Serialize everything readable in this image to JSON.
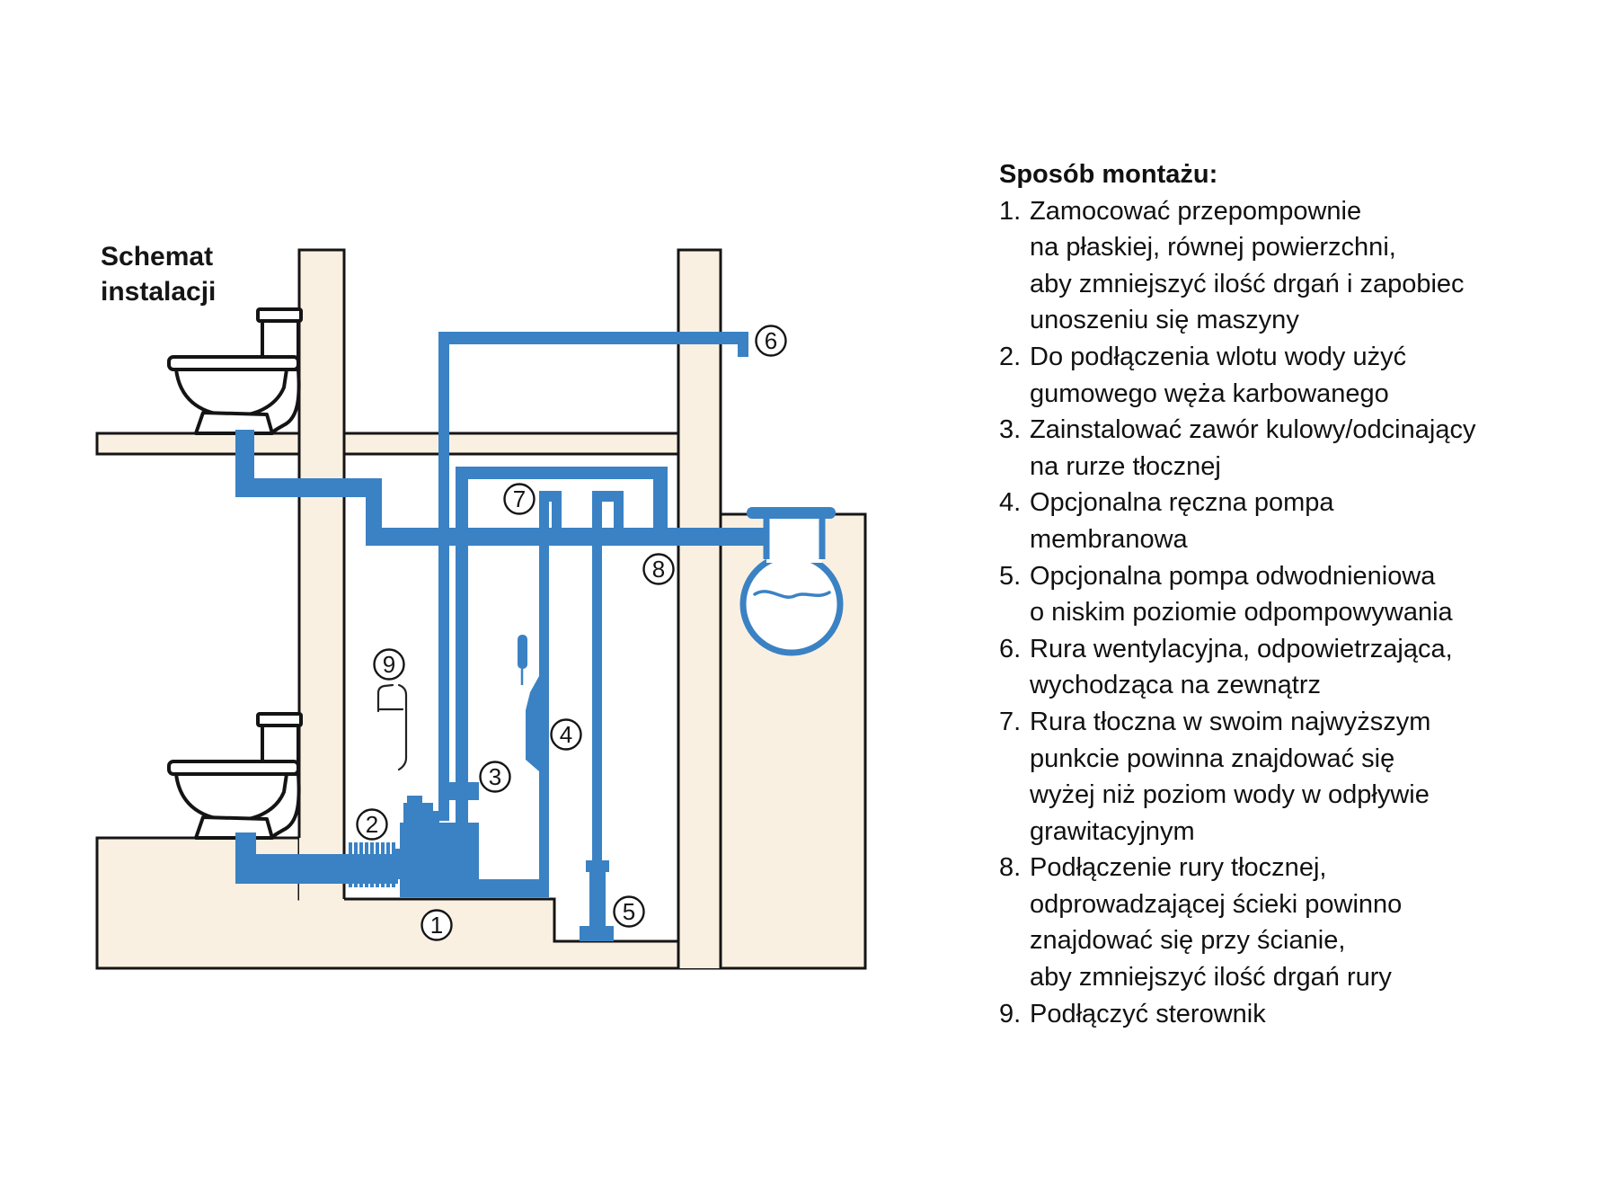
{
  "diagram": {
    "title": "Schemat\ninstalacji",
    "callout_labels": [
      "1",
      "2",
      "3",
      "4",
      "5",
      "6",
      "7",
      "8",
      "9"
    ]
  },
  "instructions": {
    "heading": "Sposób montażu:",
    "items": [
      {
        "num": "1.",
        "text": "Zamocować przepompownie\nna płaskiej, równej powierzchni,\naby zmniejszyć ilość drgań i zapobiec\nunoszeniu się maszyny"
      },
      {
        "num": "2.",
        "text": "Do podłączenia wlotu wody użyć\ngumowego węża karbowanego"
      },
      {
        "num": "3.",
        "text": "Zainstalować zawór kulowy/odcinający\nna rurze tłocznej"
      },
      {
        "num": "4.",
        "text": "Opcjonalna ręczna pompa\nmembranowa"
      },
      {
        "num": "5.",
        "text": "Opcjonalna pompa odwodnieniowa\no niskim poziomie odpompowywania"
      },
      {
        "num": "6.",
        "text": "Rura wentylacyjna, odpowietrzająca,\nwychodząca na zewnątrz"
      },
      {
        "num": "7.",
        "text": "Rura tłoczna w swoim najwyższym\npunkcie powinna znajdować się\nwyżej niż poziom wody w odpływie\ngrawitacyjnym"
      },
      {
        "num": "8.",
        "text": "Podłączenie rury tłocznej,\nodprowadzającej ścieki powinno\nznajdować się przy ścianie,\naby zmniejszyć ilość drgań rury"
      },
      {
        "num": "9.",
        "text": "Podłączyć sterownik"
      }
    ]
  },
  "colors": {
    "pipe-blue": "#3a82c4",
    "wall-beige": "#faf0e2",
    "ink": "#151515",
    "text": "#111111"
  }
}
